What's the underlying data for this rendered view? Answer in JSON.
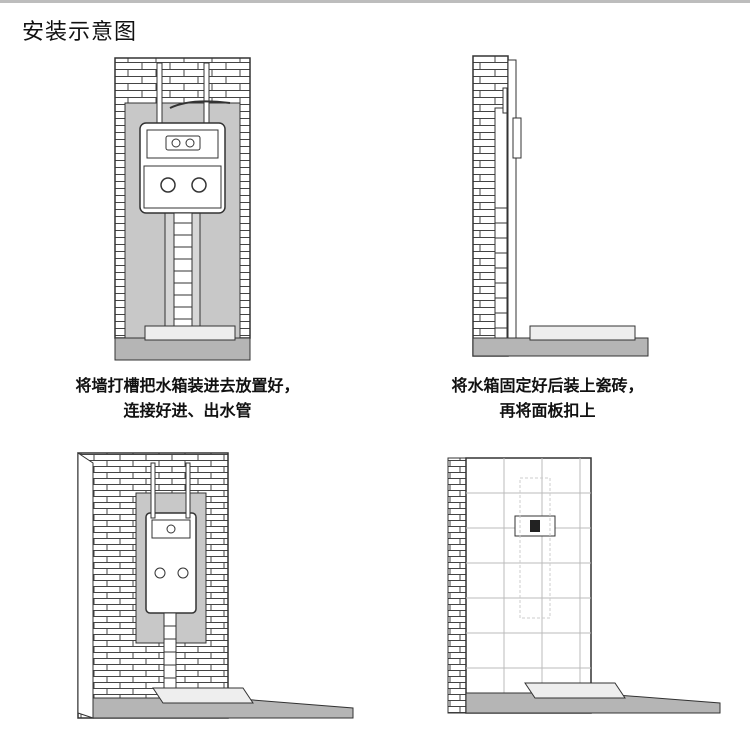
{
  "page": {
    "title": "安装示意图"
  },
  "steps": [
    {
      "caption_line1": "将墙打槽把水箱装进去放置好，",
      "caption_line2": "连接好进、出水管"
    },
    {
      "caption_line1": "将水箱固定好后装上瓷砖，",
      "caption_line2": "再将面板扣上"
    }
  ],
  "colors": {
    "line": "#333333",
    "wall_fill": "#ffffff",
    "recess_fill": "#c8c8c8",
    "floor_fill": "#b5b5b5",
    "tile_line": "#bbbbbb"
  }
}
